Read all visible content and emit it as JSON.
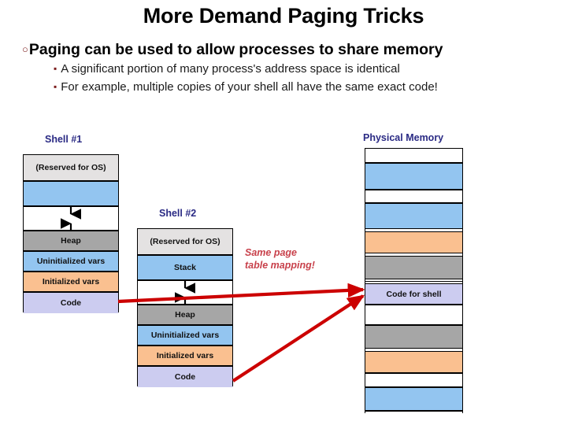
{
  "slide": {
    "title": "More Demand Paging Tricks",
    "bullets": [
      {
        "level": 1,
        "marker": "○",
        "text": "Paging can be used to allow processes to share memory"
      },
      {
        "level": 2,
        "marker": "▪",
        "text": "A significant portion of many process's address space is identical"
      },
      {
        "level": 2,
        "marker": "▪",
        "text": "For example, multiple copies of your shell all have the same exact code!"
      }
    ]
  },
  "diagram": {
    "annotation": {
      "line1": "Same page",
      "line2": "table mapping!"
    },
    "colors": {
      "reserved": "#e4e2e2",
      "stack": "#93c5f0",
      "gap": "#ffffff",
      "heap": "#a6a6a6",
      "uninitialized": "#93c5f0",
      "initialized": "#fac090",
      "code": "#ccccf0",
      "heading": "#2a2a84",
      "arrow_red": "#cc0000",
      "annotation_red": "#c8414b",
      "bullet_dark_red": "#7b1c1c",
      "border": "#000000"
    },
    "columns": [
      {
        "id": "shell1",
        "heading": "Shell #1",
        "segments": [
          {
            "label": "(Reserved for OS)",
            "fill": "reserved"
          },
          {
            "label": "",
            "fill": "stack"
          },
          {
            "label": "",
            "fill": "gap"
          },
          {
            "label": "Heap",
            "fill": "heap"
          },
          {
            "label": "Uninitialized vars",
            "fill": "uninitialized"
          },
          {
            "label": "Initialized vars",
            "fill": "initialized"
          },
          {
            "label": "Code",
            "fill": "code"
          }
        ]
      },
      {
        "id": "shell2",
        "heading": "Shell #2",
        "segments": [
          {
            "label": "(Reserved for OS)",
            "fill": "reserved"
          },
          {
            "label": "Stack",
            "fill": "stack"
          },
          {
            "label": "",
            "fill": "gap"
          },
          {
            "label": "Heap",
            "fill": "heap"
          },
          {
            "label": "Uninitialized vars",
            "fill": "uninitialized"
          },
          {
            "label": "Initialized vars",
            "fill": "initialized"
          },
          {
            "label": "Code",
            "fill": "code"
          }
        ]
      },
      {
        "id": "physical",
        "heading": "Physical Memory",
        "segments": [
          {
            "label": "",
            "fill": "blank"
          },
          {
            "label": "",
            "fill": "blue"
          },
          {
            "label": "",
            "fill": "blank"
          },
          {
            "label": "",
            "fill": "blue"
          },
          {
            "label": "",
            "fill": "peach"
          },
          {
            "label": "",
            "fill": "gray"
          },
          {
            "label": "",
            "fill": "blank"
          },
          {
            "label": "Code for shell",
            "fill": "code"
          },
          {
            "label": "",
            "fill": "blank"
          },
          {
            "label": "",
            "fill": "gray"
          },
          {
            "label": "",
            "fill": "peach"
          },
          {
            "label": "",
            "fill": "blank"
          },
          {
            "label": "",
            "fill": "blue"
          },
          {
            "label": "",
            "fill": "blank"
          }
        ]
      }
    ],
    "growth_arrows": [
      {
        "column": "shell1",
        "direction": "down",
        "name": "stack-grows-down-arrow"
      },
      {
        "column": "shell1",
        "direction": "up",
        "name": "heap-grows-up-arrow"
      },
      {
        "column": "shell2",
        "direction": "down",
        "name": "stack-grows-down-arrow"
      },
      {
        "column": "shell2",
        "direction": "up",
        "name": "heap-grows-up-arrow"
      }
    ],
    "mapping_arrows": [
      {
        "from": "shell1-code",
        "to": "physical-code-for-shell"
      },
      {
        "from": "shell2-code",
        "to": "physical-code-for-shell"
      }
    ]
  }
}
